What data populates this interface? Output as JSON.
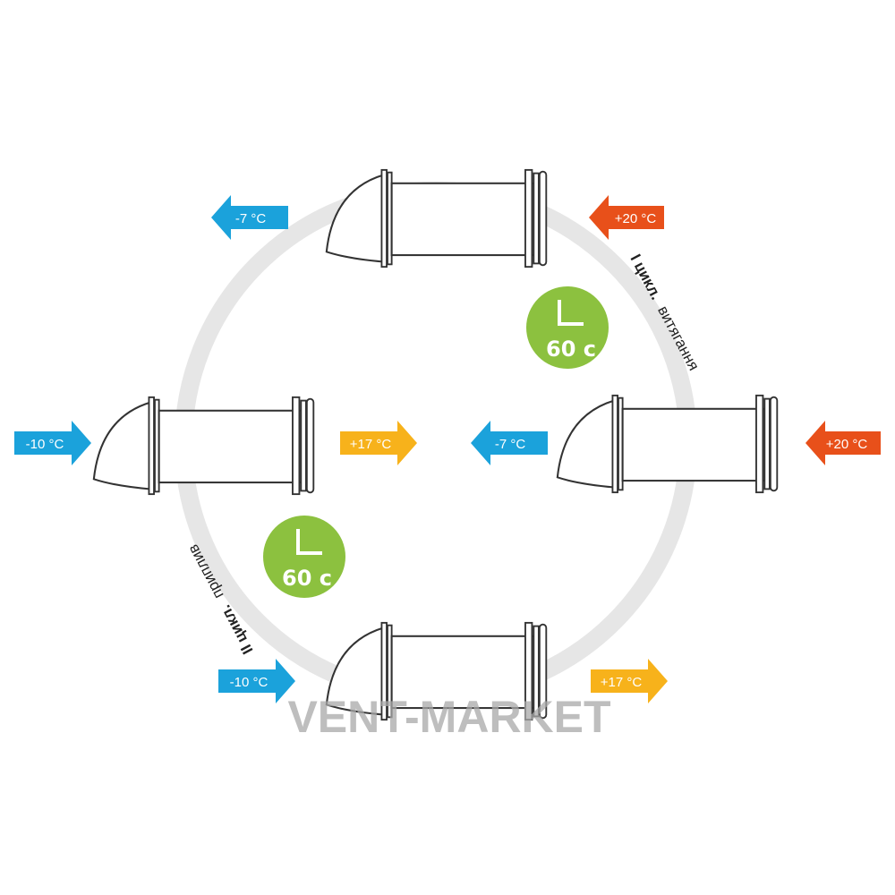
{
  "colors": {
    "cold_blue": "#1ba2db",
    "warm_orange": "#e8501a",
    "warm_yellow": "#f7b21b",
    "timer_green": "#8cc13f",
    "cycle_ring": "#e6e6e6",
    "device_stroke": "#333333"
  },
  "cycle_exhaust": {
    "label_bold": "І цикл.",
    "label_regular": "витягання"
  },
  "cycle_supply": {
    "label_bold": "ІІ цикл.",
    "label_regular": "приплив"
  },
  "timers": [
    {
      "value": "60 с",
      "icon": "clock-hands-icon"
    },
    {
      "value": "60 с",
      "icon": "clock-hands-icon"
    }
  ],
  "devices": {
    "top": {
      "outlet": "-7 °C",
      "inlet": "+20 °C"
    },
    "right": {
      "outlet": "-7 °C",
      "inlet": "+20 °C"
    },
    "left": {
      "inlet": "-10 °C",
      "outlet": "+17 °C"
    },
    "bottom": {
      "inlet": "-10 °C",
      "outlet": "+17 °C"
    }
  },
  "watermark": "VENT-MARKET"
}
